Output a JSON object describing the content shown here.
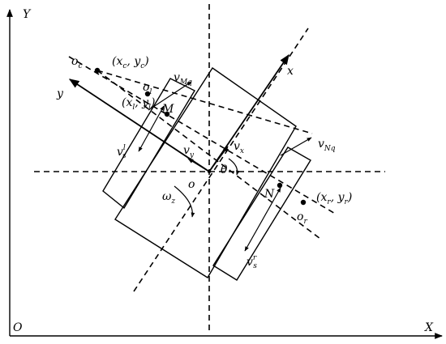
{
  "axes": {
    "origin_label": "O",
    "x_label": "X",
    "y_label": "Y"
  },
  "body_frame": {
    "x_label": "x",
    "y_label": "y",
    "center_label": "o",
    "theta_label": "θ",
    "omega": {
      "base": "ω",
      "sub": "z"
    },
    "vx": {
      "base": "v",
      "sub": "x"
    },
    "vy": {
      "base": "v",
      "sub": "y"
    }
  },
  "points": {
    "oc": {
      "base": "o",
      "sub": "c"
    },
    "ol": {
      "base": "o",
      "sub": "l"
    },
    "or": {
      "base": "o",
      "sub": "r"
    },
    "M": "M",
    "N": "N",
    "coord_c": {
      "open": "(",
      "x": "x",
      "xs": "c",
      "mid": ", ",
      "y": "y",
      "ys": "c",
      "close": ")"
    },
    "coord_l": {
      "open": "(",
      "x": "x",
      "xs": "l",
      "mid": ", ",
      "y": "y",
      "ys": "l",
      "close": ")"
    },
    "coord_r": {
      "open": "(",
      "x": "x",
      "xs": "r",
      "mid": ", ",
      "y": "y",
      "ys": "r",
      "close": ")"
    }
  },
  "velocities": {
    "vMq": {
      "base": "v",
      "sub": "Mq"
    },
    "vNq": {
      "base": "v",
      "sub": "Nq"
    },
    "vsl": {
      "base": "v",
      "sub": "s",
      "sup": "l"
    },
    "vsr": {
      "base": "v",
      "sub": "s",
      "sup": "r"
    }
  }
}
